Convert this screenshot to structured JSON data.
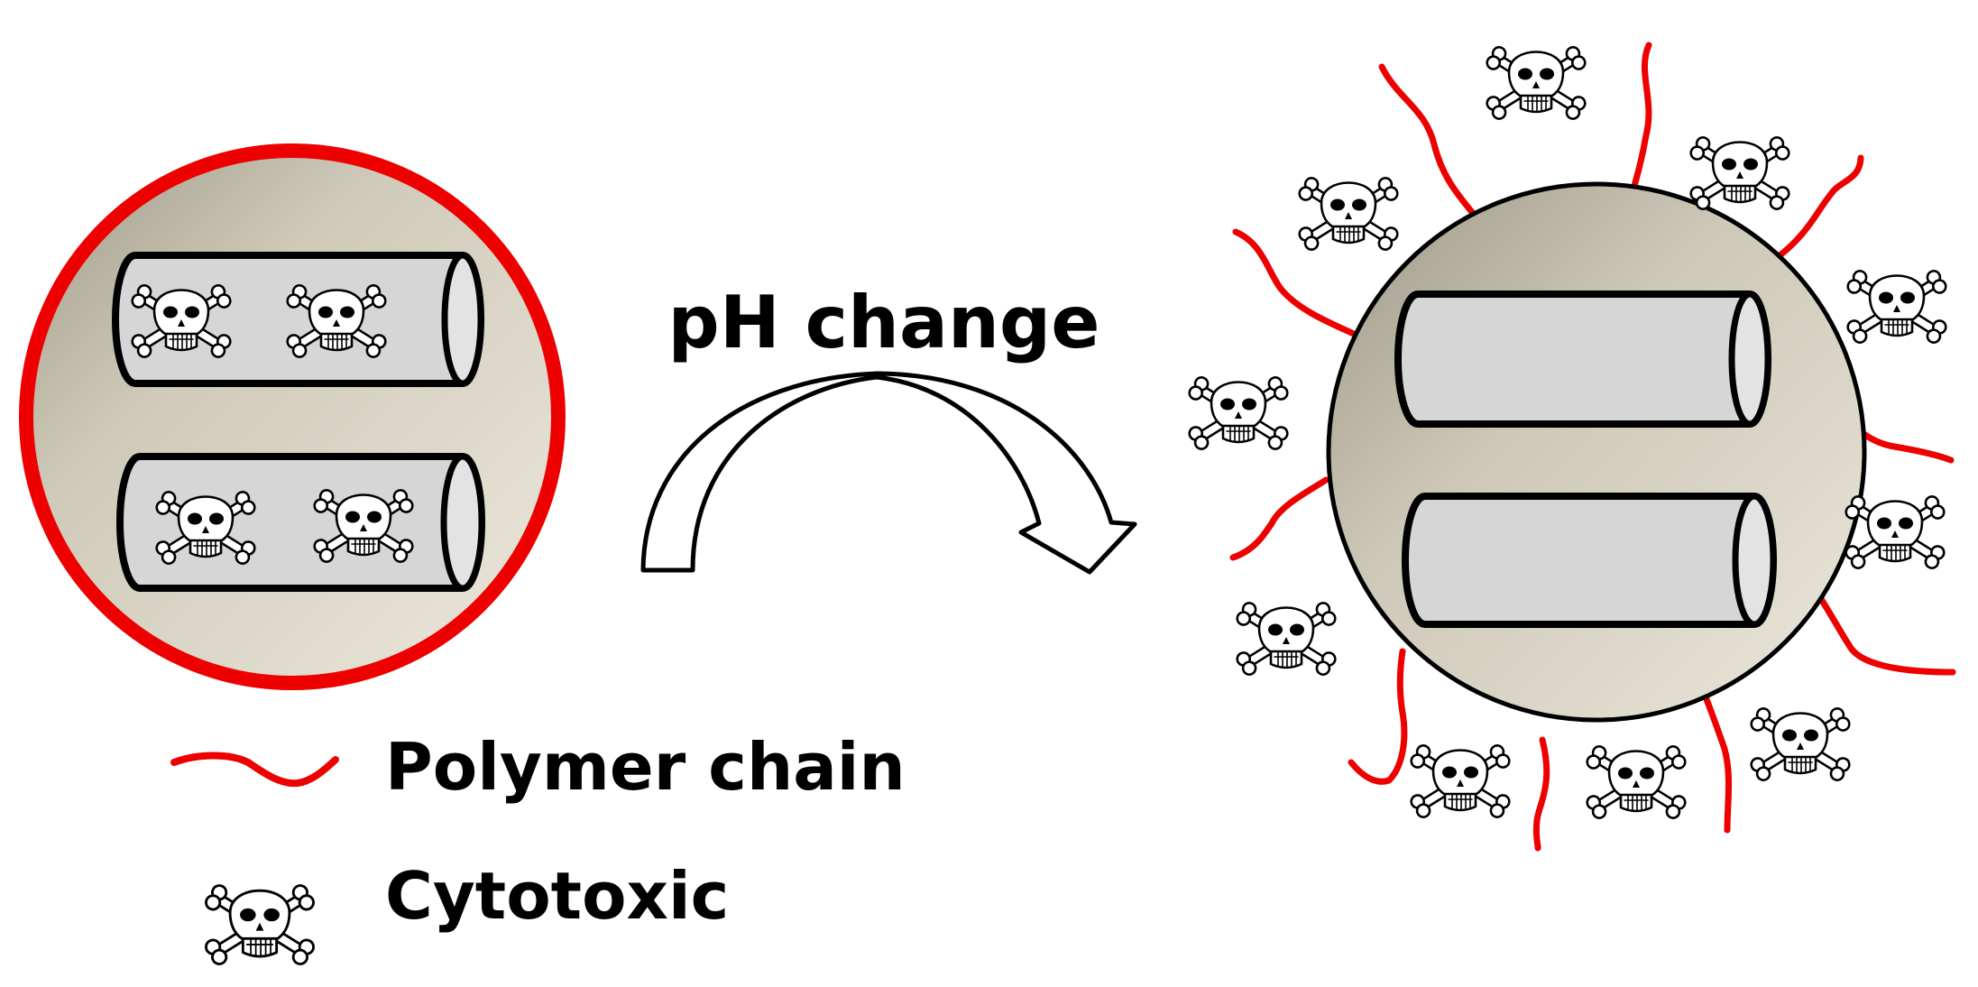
{
  "process_label": "pH change",
  "legend": {
    "polymer_label": "Polymer chain",
    "cytotoxic_label": "Cytotoxic"
  },
  "icons": {
    "cytotoxic": "skull-crossbones-icon"
  },
  "colors": {
    "polymer": "#ee0000",
    "outline": "#000000",
    "tube_fill": "#d6d6d6",
    "particle_light": "#ece8de",
    "particle_dark": "#a5a08f"
  }
}
